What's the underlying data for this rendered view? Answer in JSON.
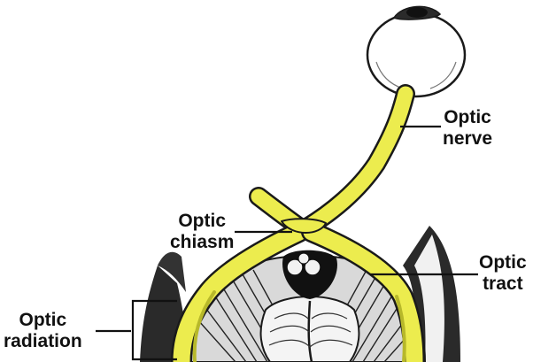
{
  "labels": {
    "optic_nerve": [
      "Optic",
      "nerve"
    ],
    "optic_chiasm": [
      "Optic",
      "chiasm"
    ],
    "optic_tract": [
      "Optic",
      "tract"
    ],
    "optic_radiation": [
      "Optic",
      "radiation"
    ]
  },
  "colors": {
    "nerve_fill": "#ecec4e",
    "nerve_shade": "#b7b82a",
    "ink": "#1a1a1a",
    "background": "#ffffff"
  }
}
